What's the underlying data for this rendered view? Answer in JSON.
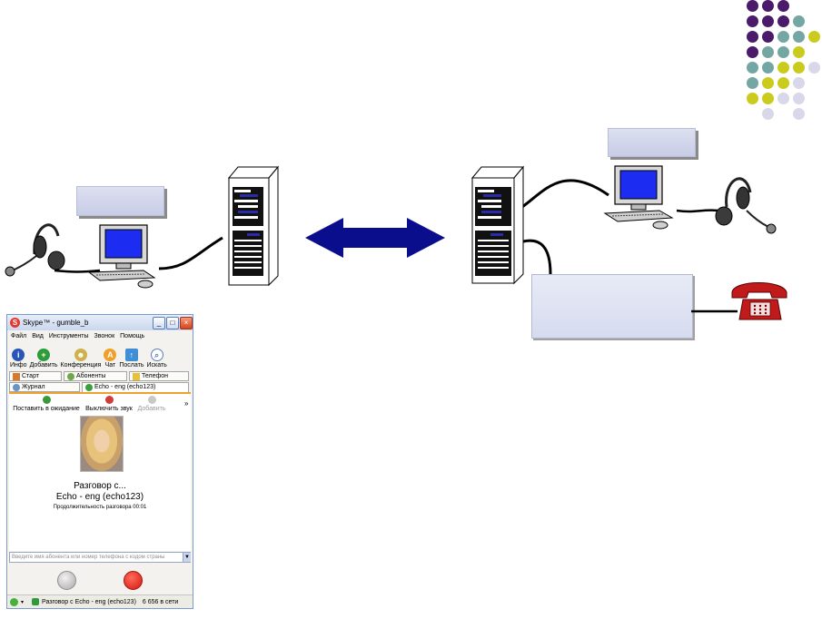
{
  "skype": {
    "title": "Skype™ - gumble_b",
    "menu": [
      "Файл",
      "Вид",
      "Инструменты",
      "Звонок",
      "Помощь"
    ],
    "toolbar": [
      {
        "label": "Инфо",
        "icon": "info-icon",
        "color": "#2a55b8"
      },
      {
        "label": "Добавить",
        "icon": "add-contact-icon",
        "color": "#2e9a3a"
      },
      {
        "label": "Конференция",
        "icon": "conference-icon",
        "color": "#cdb14a"
      },
      {
        "label": "Чат",
        "icon": "chat-icon",
        "color": "#f0a028"
      },
      {
        "label": "Послать",
        "icon": "send-file-icon",
        "color": "#3f8fd6"
      },
      {
        "label": "Искать",
        "icon": "search-icon",
        "color": "#5b7fb9"
      }
    ],
    "tabs_row1": [
      "Старт",
      "Абоненты",
      "Телефон"
    ],
    "tabs_row2": [
      "Журнал",
      "Echo - eng (echo123)"
    ],
    "call_controls": [
      {
        "label": "Поставить в ожидание",
        "icon": "hold-icon"
      },
      {
        "label": "Выключить звук",
        "icon": "mute-icon"
      },
      {
        "label": "Добавить",
        "icon": "add-participant-icon"
      }
    ],
    "more": "»",
    "call_status": "Разговор с...",
    "call_contact": "Echo - eng (echo123)",
    "call_duration": "Продолжительность разговора 00:01",
    "input_placeholder": "Введите имя абонента или номер телефона с кодом страны",
    "statusbar_text": "Разговор с Echo - eng (echo123)",
    "online_count": "6 656 в сети"
  },
  "colors": {
    "purple": "#4b1a6a",
    "teal": "#74a6a3",
    "yellow": "#cacb1c",
    "lavender": "#d8d8ea",
    "arrow": "#0b0e8c",
    "phone_red": "#c11a1a"
  }
}
